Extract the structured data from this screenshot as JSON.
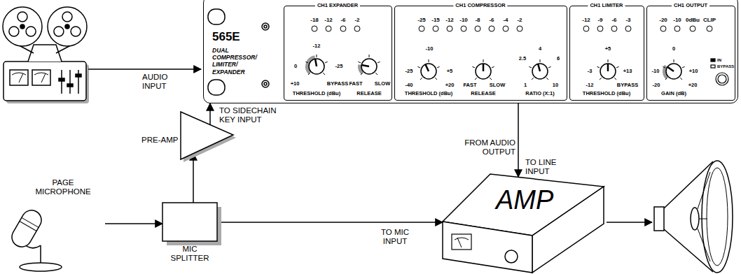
{
  "diagram": {
    "nodes": [
      {
        "text": [
          "565E",
          "DUAL COMPRESSOR/ LIMITER/ EXPANDER"
        ]
      },
      {
        "text": [
          "CH1 EXPANDER"
        ],
        "in": 0
      },
      {
        "text": [
          "CH1 COMPRESSOR"
        ],
        "in": 0
      },
      {
        "text": [
          "CH1 LIMITER"
        ],
        "in": 0
      },
      {
        "text": [
          "CH1 OUTPUT"
        ],
        "in": 0
      },
      {
        "text": [
          "PAGE MICROPHONE"
        ]
      },
      {
        "text": [
          "PRE-AMP"
        ]
      },
      {
        "text": [
          "MIC SPLITTER"
        ]
      },
      {
        "text": [
          "AMP"
        ]
      }
    ],
    "edges": [
      {
        "from": 5,
        "to": 7,
        "arrow": "to"
      },
      {
        "from": 7,
        "to": 6,
        "arrow": "to"
      },
      {
        "from": 6,
        "to": 0,
        "arrow": "to",
        "label": "TO SIDECHAIN KEY INPUT"
      },
      {
        "from": 7,
        "to": 8,
        "arrow": "to",
        "label": "TO MIC INPUT"
      },
      {
        "from": 0,
        "to": 8,
        "arrow": "to",
        "label": "FROM AUDIO OUTPUT"
      }
    ],
    "labels": [
      "-18",
      "-12",
      "-6",
      "-2",
      "-12",
      "0",
      "-25",
      "+10",
      "BYPASS",
      "THRESHOLD (dBu)",
      "FAST",
      "SLOW",
      "RELEASE",
      "-25",
      "-15",
      "-12",
      "-10",
      "-8",
      "-6",
      "-4",
      "-2",
      "-10",
      "-25",
      "+5",
      "-40",
      "+20",
      "THRESHOLD (dBu)",
      "FAST",
      "SLOW",
      "RELEASE",
      "2.5",
      "4",
      "6",
      "1",
      "10",
      "RATIO (X:1)",
      "-12",
      "-9",
      "-6",
      "-3",
      "+5",
      "-3",
      "+13",
      "-12",
      "BYPASS",
      "THRESHOLD (dBu)",
      "-20",
      "-10",
      "0dBu",
      "CLIP",
      "0",
      "-10",
      "+10",
      "-20",
      "+20",
      "GAIN (dB)",
      "IN",
      "BYPASS",
      "AUDIO INPUT",
      "TO LINE INPUT"
    ]
  }
}
